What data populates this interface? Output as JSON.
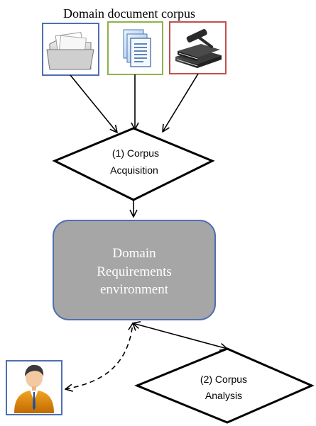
{
  "corpus_title": "Domain document corpus",
  "icons": {
    "folder": {
      "icon": "folder-icon",
      "border_color": "#4f6fb3"
    },
    "documents": {
      "icon": "documents-icon",
      "border_color": "#8fb24a"
    },
    "books": {
      "icon": "books-gavel-icon",
      "border_color": "#c0504d"
    }
  },
  "acquisition": {
    "line1": "(1) Corpus",
    "line2": "Acquisition"
  },
  "environment": {
    "line1": "Domain",
    "line2": "Requirements",
    "line3": "environment",
    "fill": "#a6a6a6"
  },
  "analysis": {
    "line1": "(2) Corpus",
    "line2": "Analysis"
  },
  "user": {
    "icon": "user-icon",
    "border_color": "#4f6fb3"
  }
}
